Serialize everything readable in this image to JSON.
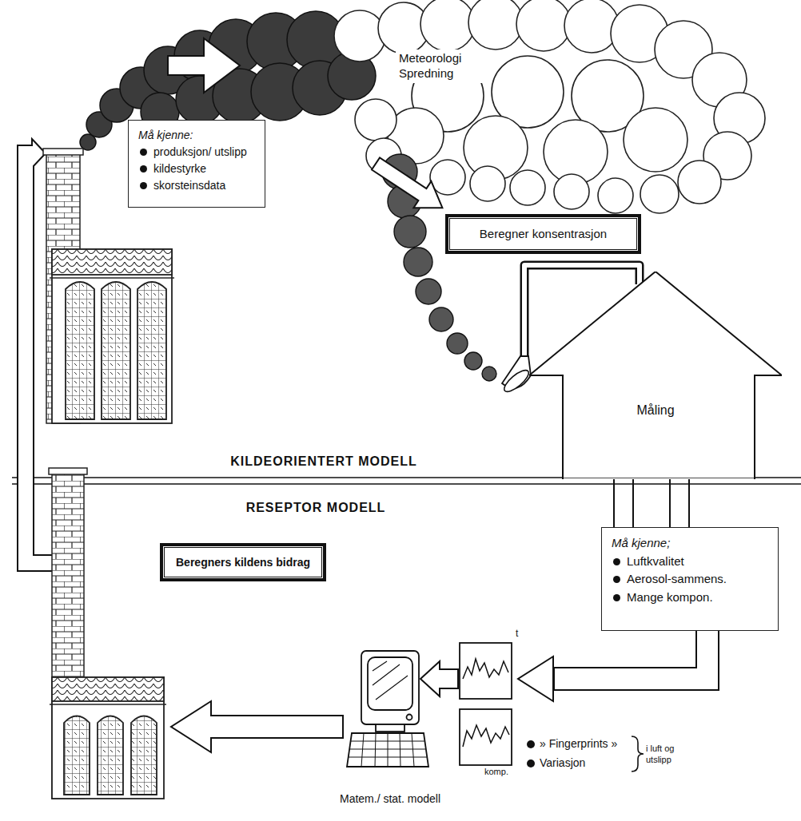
{
  "diagram": {
    "nodes": [
      {
        "text": [
          "Må kjenne:",
          "produksjon/ utslipp",
          "kildestyrke",
          "skorsteinsdata"
        ]
      },
      {
        "text": [
          "Beregner konsentrasjon"
        ]
      },
      {
        "text": [
          "Måling"
        ]
      },
      {
        "text": [
          "Må kjenne;",
          "Luftkvalitet",
          "Aerosol-sammens.",
          "Mange kompon."
        ]
      },
      {
        "text": [
          "Beregners kildens bidrag"
        ]
      }
    ],
    "edges": [
      {
        "from": 2,
        "to": 3,
        "arrow": "none"
      }
    ],
    "labels": [
      "Meteorologi Spredning",
      "KILDEORIENTERT MODELL",
      "RESEPTOR MODELL",
      "t",
      "komp.",
      "» Fingerprints »",
      "Variasjon",
      "i luft og utslipp",
      "Matem./ stat. modell"
    ]
  }
}
